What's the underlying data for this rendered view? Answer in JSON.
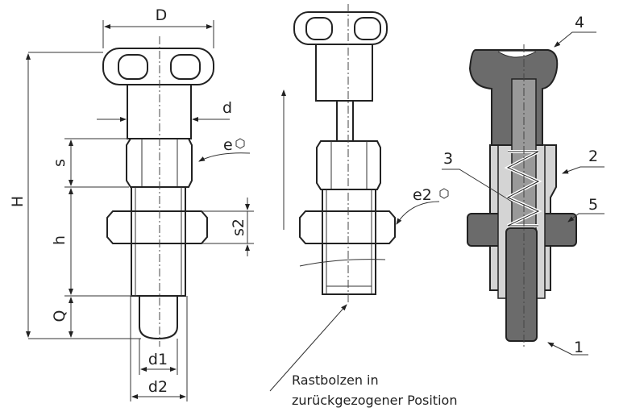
{
  "dimensions": {
    "D": "D",
    "d": "d",
    "e": "e",
    "s": "s",
    "H": "H",
    "h": "h",
    "s2": "s2",
    "Q": "Q",
    "d1": "d1",
    "d2": "d2",
    "e2": "e2"
  },
  "caption": {
    "line1": "Rastbolzen in",
    "line2": "zurückgezogener Position"
  },
  "parts": {
    "p1": "1",
    "p2": "2",
    "p3": "3",
    "p4": "4",
    "p5": "5"
  },
  "colors": {
    "line": "#222222",
    "dark_part": "#6b6b6b",
    "light_part": "#d4d4d4"
  }
}
